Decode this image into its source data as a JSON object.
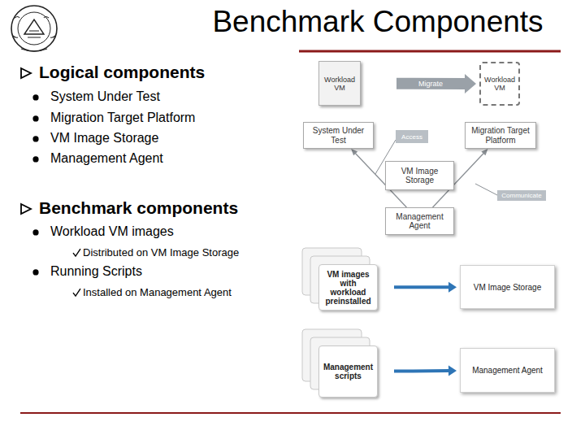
{
  "diagram": {
    "title": "Benchmark Components",
    "nodes": [
      {
        "text": [
          "Workload VM"
        ]
      },
      {
        "text": [
          "Workload VM"
        ]
      },
      {
        "text": [
          "System Under Test"
        ]
      },
      {
        "text": [
          "Access"
        ]
      },
      {
        "text": [
          "Migration Target Platform"
        ]
      },
      {
        "text": [
          "VM Image Storage"
        ]
      },
      {
        "text": [
          "Communicate"
        ]
      },
      {
        "text": [
          "Management Agent"
        ]
      },
      {
        "text": [
          "VM images with workload preinstalled"
        ]
      },
      {
        "text": [
          "VM Image Storage"
        ]
      },
      {
        "text": [
          "Management scripts"
        ]
      },
      {
        "text": [
          "Management Agent"
        ]
      }
    ],
    "edges": [
      {
        "from": 0,
        "to": 1,
        "label": "Migrate",
        "arrow": "to"
      },
      {
        "from": 7,
        "to": 2,
        "arrow": "to"
      },
      {
        "from": 7,
        "to": 4,
        "arrow": "to"
      },
      {
        "from": 8,
        "to": 9,
        "arrow": "to"
      },
      {
        "from": 10,
        "to": 11,
        "arrow": "to"
      }
    ],
    "labels": [
      "Logical components",
      "System Under Test",
      "Migration Target Platform",
      "VM Image Storage",
      "Management Agent",
      "Benchmark components",
      "Workload VM images",
      "Distributed on VM Image Storage",
      "Running Scripts",
      "Installed on Management Agent"
    ]
  }
}
